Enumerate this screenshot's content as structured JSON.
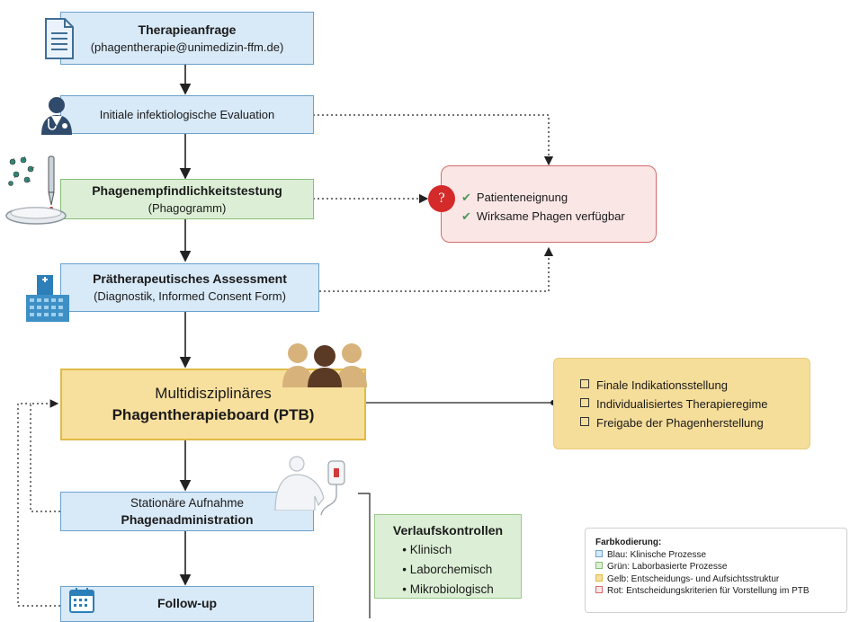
{
  "nodes": {
    "therapieanfrage": {
      "title": "Therapieanfrage",
      "subtitle": "(phagentherapie@unimedizin-ffm.de)"
    },
    "evaluation": {
      "title": "Initiale infektiologische Evaluation"
    },
    "phagogramm": {
      "title": "Phagenempfindlichkeitstestung",
      "subtitle": "(Phagogramm)"
    },
    "assessment": {
      "title": "Prätherapeutisches Assessment",
      "subtitle": "(Diagnostik, Informed Consent Form)"
    },
    "ptb": {
      "line1": "Multidisziplinäres",
      "line2": "Phagentherapieboard (PTB)"
    },
    "stationaer": {
      "line1": "Stationäre Aufnahme",
      "line2": "Phagenadministration"
    },
    "followup": {
      "title": "Follow-up"
    }
  },
  "criteria": {
    "question_mark": "?",
    "items": [
      "Patienteneignung",
      "Wirksame Phagen verfügbar"
    ]
  },
  "ptb_tasks": [
    "Finale Indikationsstellung",
    "Individualisiertes Therapieregime",
    "Freigabe der Phagenherstellung"
  ],
  "verlaufskontrollen": {
    "title": "Verlaufskontrollen",
    "items": [
      "Klinisch",
      "Laborchemisch",
      "Mikrobiologisch"
    ]
  },
  "legend": {
    "title": "Farbkodierung",
    "entries": [
      {
        "text": "Blau: Klinische Prozesse",
        "color": "#d8e9f7",
        "border": "#6aa1cd"
      },
      {
        "text": "Grün: Laborbasierte Prozesse",
        "color": "#dcefd6",
        "border": "#86bd77"
      },
      {
        "text": "Gelb: Entscheidungs- und Aufsichtsstruktur",
        "color": "#f7df9d",
        "border": "#e0bb45"
      },
      {
        "text": "Rot: Entscheidungskriterien für Vorstellung im PTB",
        "color": "#fbe6e6",
        "border": "#d46a6a"
      }
    ]
  },
  "icons": [
    "document-icon",
    "doctor-icon",
    "petri-dish-icon",
    "hospital-icon",
    "team-icon",
    "patient-icon",
    "iv-bag-icon",
    "calendar-icon",
    "checkmark-icon",
    "checkbox-icon"
  ]
}
